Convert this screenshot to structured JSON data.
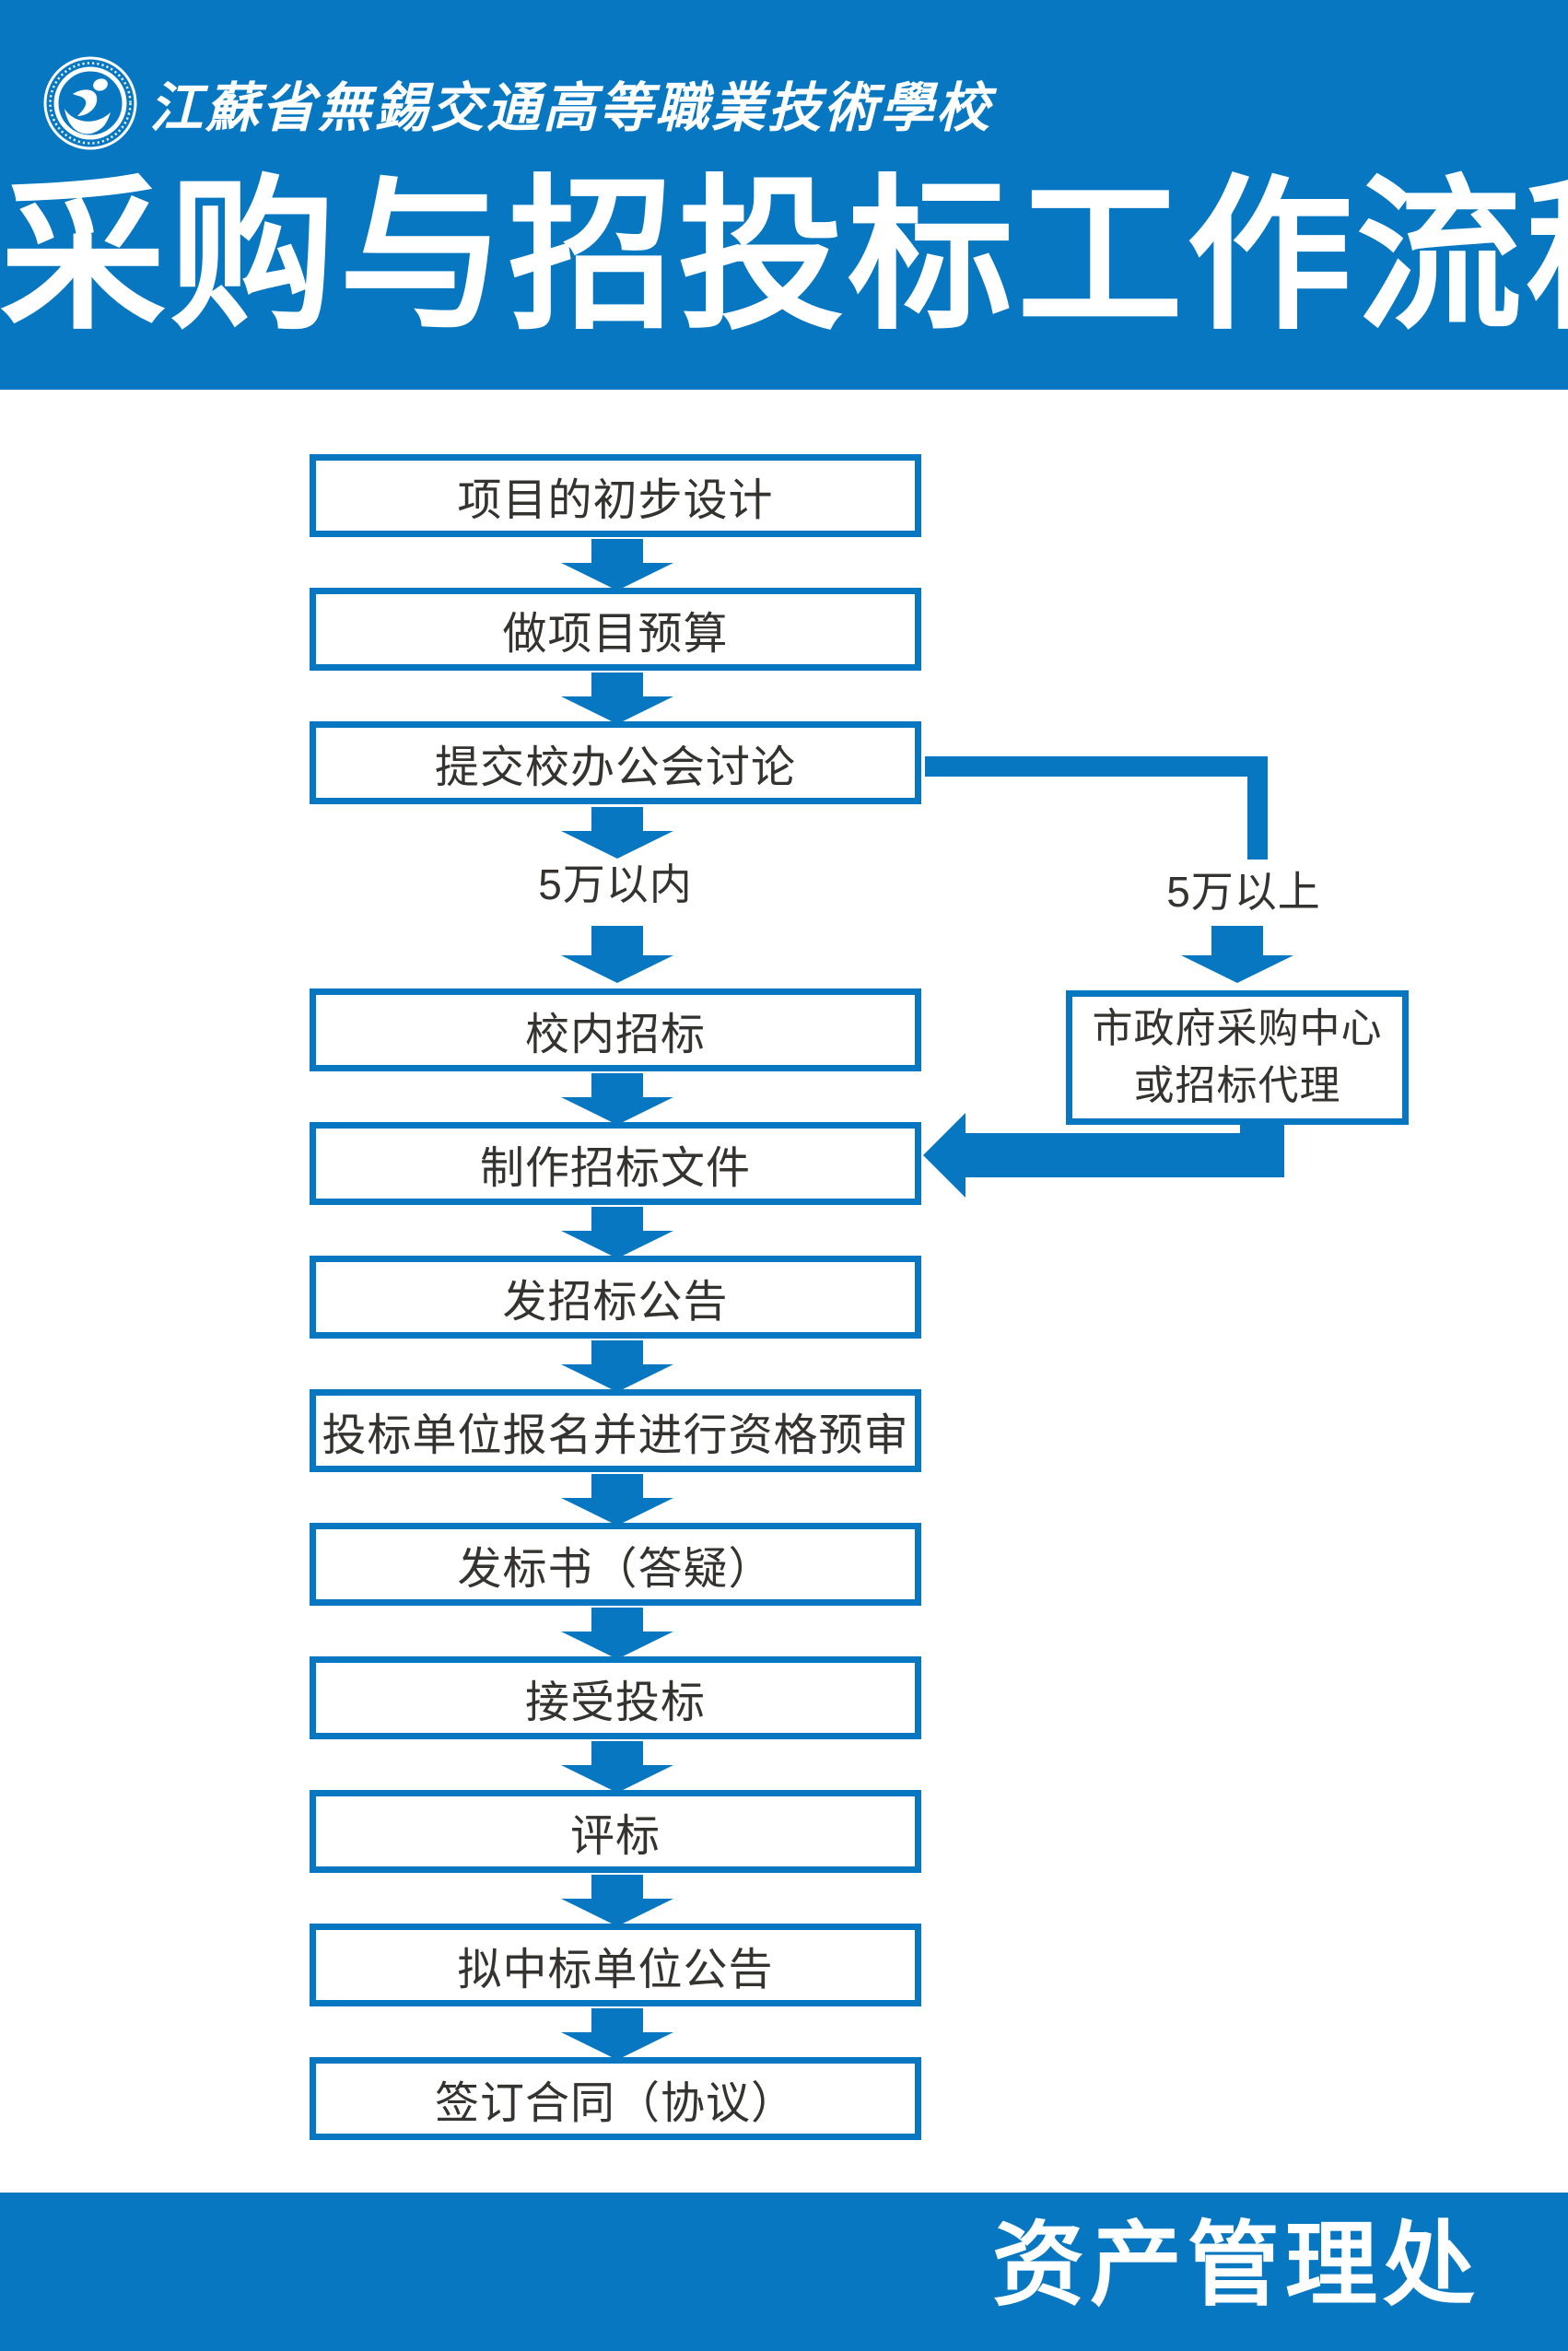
{
  "poster": {
    "colors": {
      "accent_blue": "#0777c2",
      "box_text": "#35332f",
      "background": "#ffffff"
    },
    "header": {
      "logo": "school-emblem",
      "school_name": "江蘇省無錫交通高等職業技術學校",
      "title": "采购与招投标工作流程图"
    },
    "flow": {
      "steps": [
        {
          "label": "项目的初步设计"
        },
        {
          "label": "做项目预算"
        },
        {
          "label": "提交校办公会讨论"
        },
        {
          "label": "校内招标"
        },
        {
          "label": "制作招标文件"
        },
        {
          "label": "发招标公告"
        },
        {
          "label": "投标单位报名并进行资格预审"
        },
        {
          "label": "发标书（答疑）"
        },
        {
          "label": "接受投标"
        },
        {
          "label": "评标"
        },
        {
          "label": "拟中标单位公告"
        },
        {
          "label": "签订合同（协议）"
        }
      ],
      "branch": {
        "left_label": "5万以内",
        "right_label": "5万以上",
        "right_box_line1": "市政府采购中心",
        "right_box_line2": "或招标代理"
      }
    },
    "footer": {
      "department": "资产管理处"
    }
  }
}
